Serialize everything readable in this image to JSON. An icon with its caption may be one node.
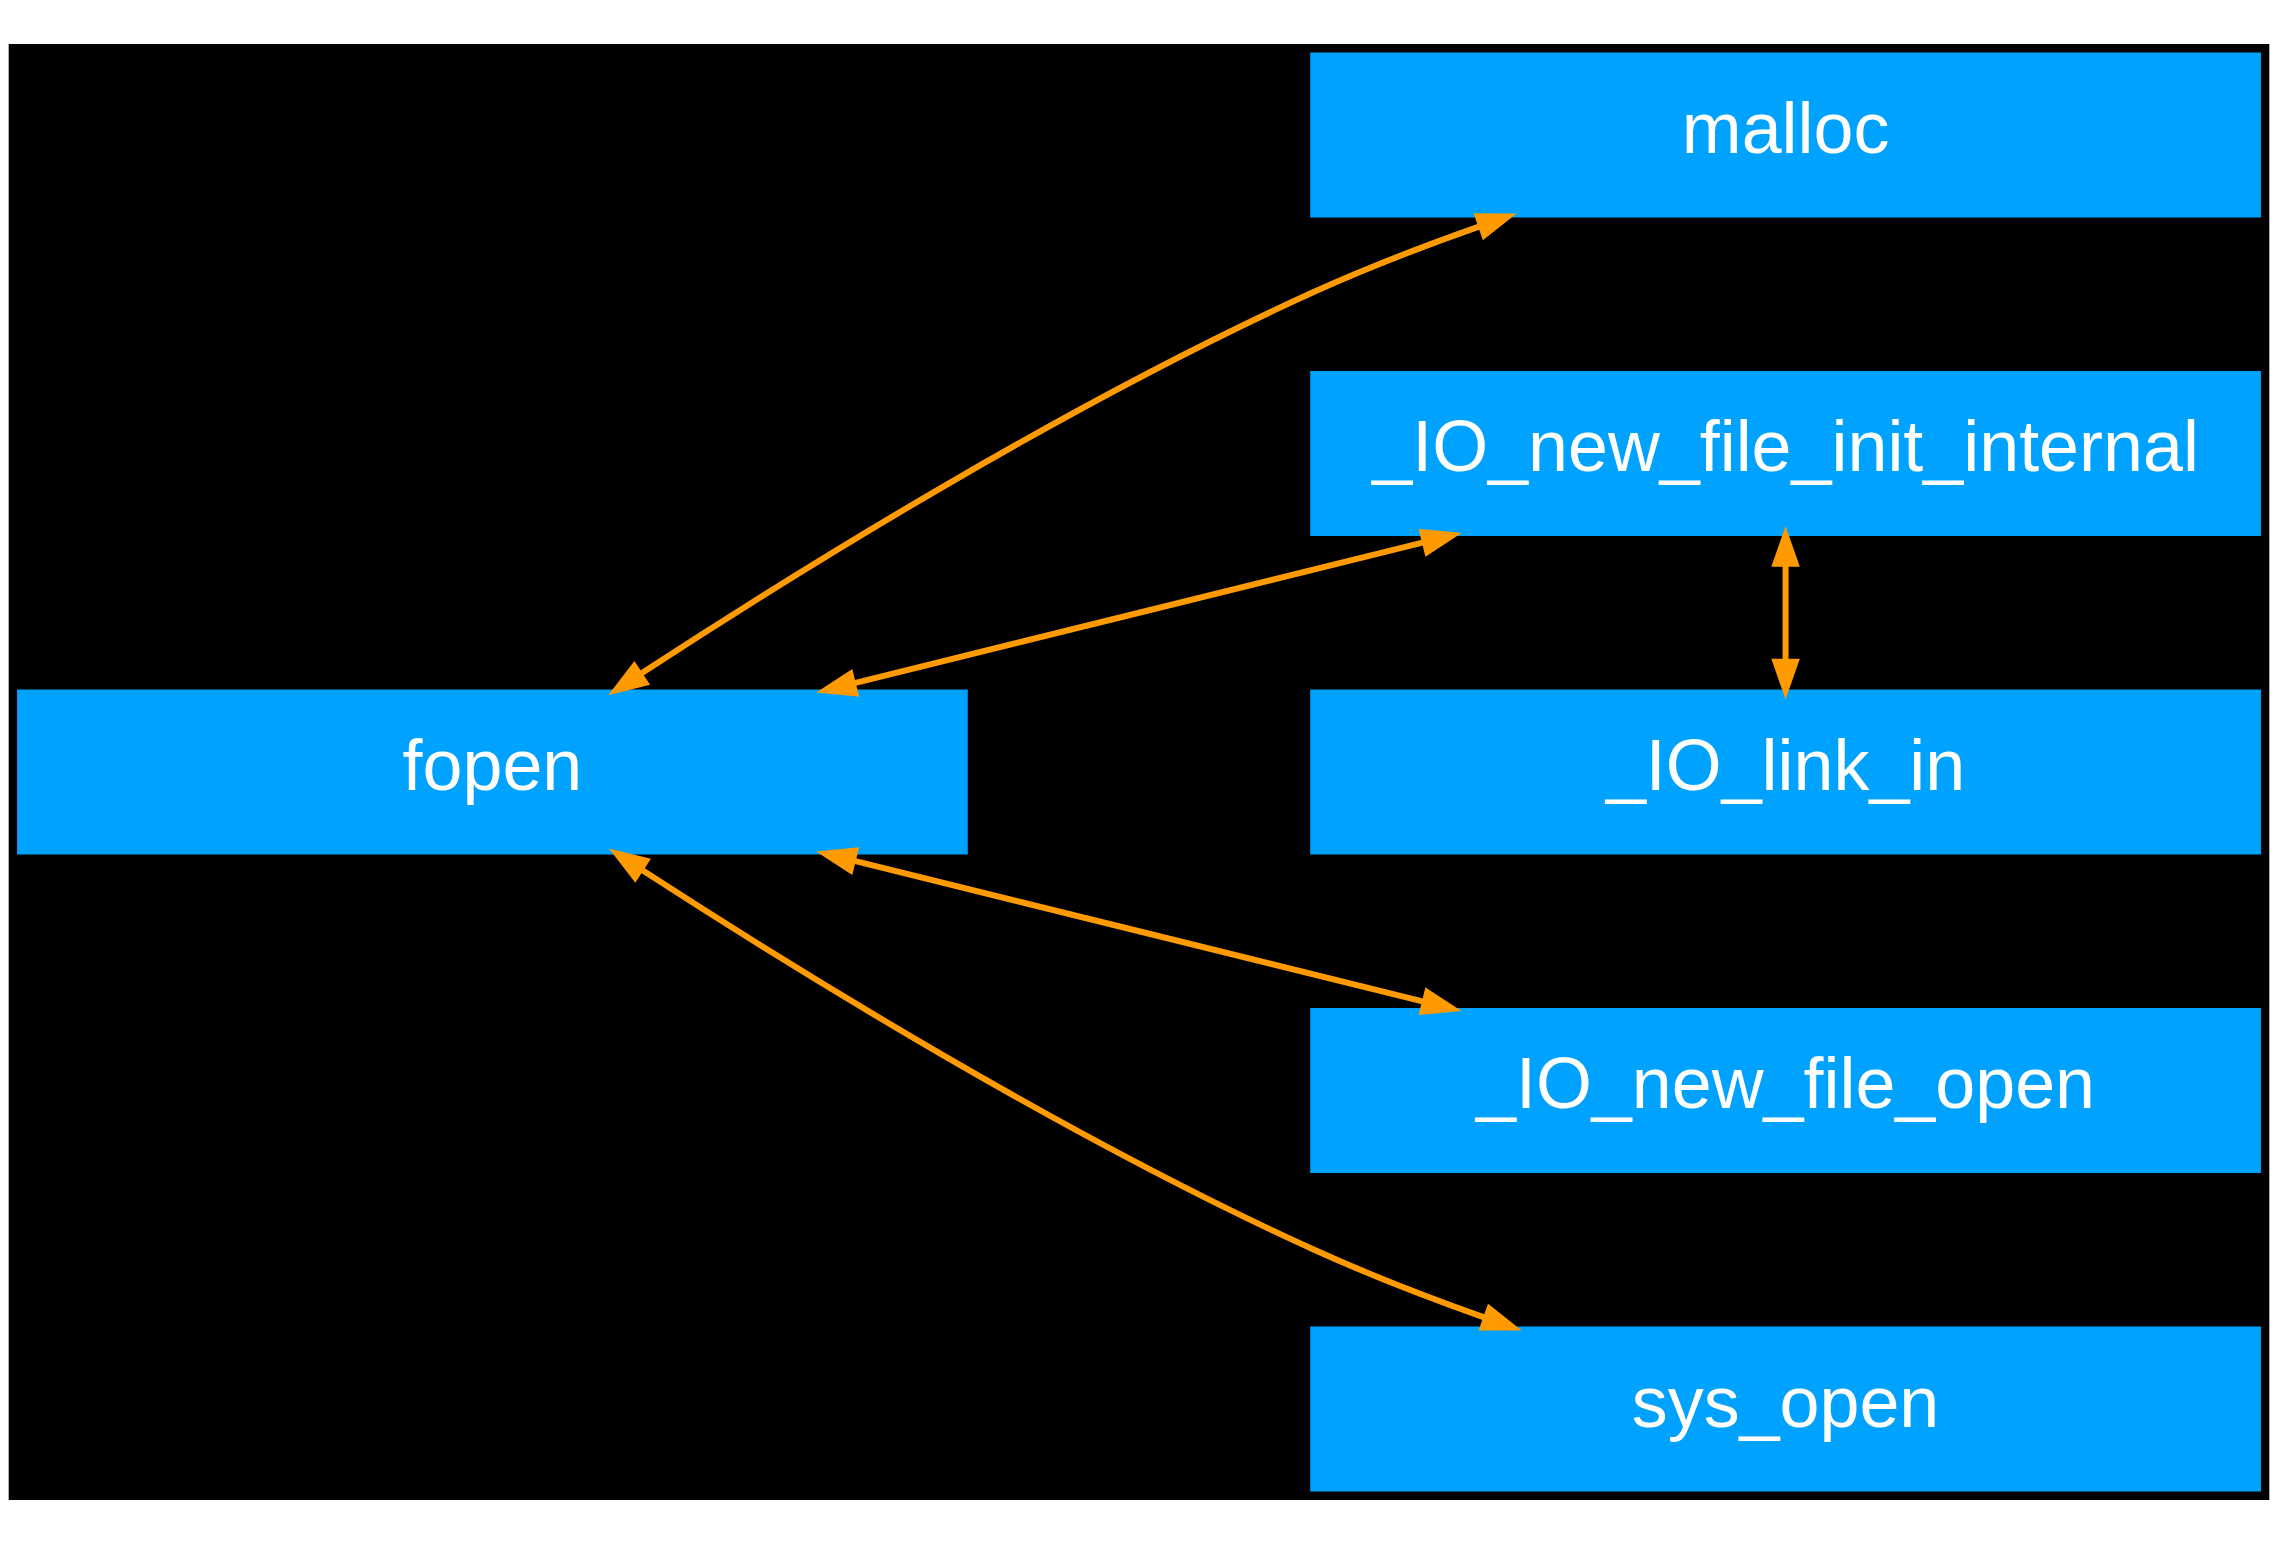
{
  "diagram": {
    "nodes": [
      {
        "text": [
          "malloc"
        ]
      },
      {
        "text": [
          "_IO_new_file_init_internal"
        ]
      },
      {
        "text": [
          "fopen"
        ]
      },
      {
        "text": [
          "_IO_link_in"
        ]
      },
      {
        "text": [
          "_IO_new_file_open"
        ]
      },
      {
        "text": [
          "sys_open"
        ]
      }
    ],
    "edges": [
      {
        "from": 2,
        "to": 0,
        "arrow": "both"
      },
      {
        "from": 2,
        "to": 1,
        "arrow": "both"
      },
      {
        "from": 1,
        "to": 3,
        "arrow": "both"
      },
      {
        "from": 2,
        "to": 4,
        "arrow": "both"
      },
      {
        "from": 2,
        "to": 5,
        "arrow": "both"
      }
    ]
  }
}
